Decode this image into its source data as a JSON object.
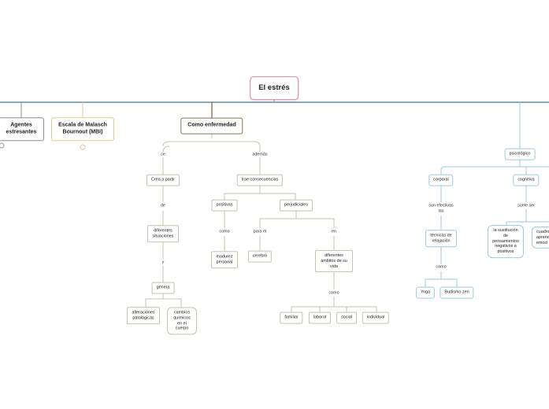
{
  "root": "El estrés",
  "branches": {
    "agentes": "Agentes estresantes",
    "escala": "Escala de Malasch Bournout (MBI)",
    "enfermedad": "Como enfermedad"
  },
  "enfermedad": {
    "se": "se",
    "crea": "Crea a partir",
    "de": "de",
    "situaciones": "diferentes situaciones",
    "y": "y",
    "genera": "genera",
    "alteraciones": "alteraciones patológicas",
    "cambios": "cambios químicos en el cuerpo",
    "ademas": "además",
    "trae": "trae consecuencias",
    "positivas": "positivas",
    "como": "como",
    "madurez": "madurez personal",
    "perjudiciales": "perjudiciales",
    "para_el": "para el",
    "cerebro": "cerebro",
    "en": "en",
    "ambitos": "diferentes ámbitos de su vida",
    "como2": "como",
    "familiar": "familiar",
    "laboral": "laboral",
    "social": "social",
    "individual": "individual"
  },
  "tratamiento": {
    "psicologico": "psicológico",
    "corporal": "corporal",
    "efectivas": "son efectivas las",
    "tecnicas": "técnicas de relajación",
    "como": "como",
    "yoga": "Yoga",
    "budismo": "Budismo zen",
    "cognitiva": "cognitiva",
    "suele": "suele ser",
    "sustitucion": "la sustitución de pensamientos negativos a positivos",
    "cuadro": "cuadro aprend emoci"
  }
}
